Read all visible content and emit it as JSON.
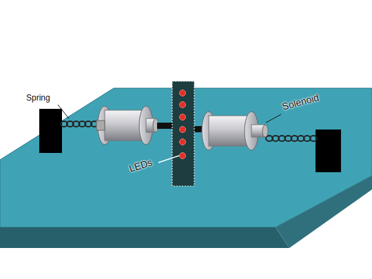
{
  "diagram": {
    "labels": [
      "Spring",
      "LEDs",
      "Solenoid"
    ]
  }
}
